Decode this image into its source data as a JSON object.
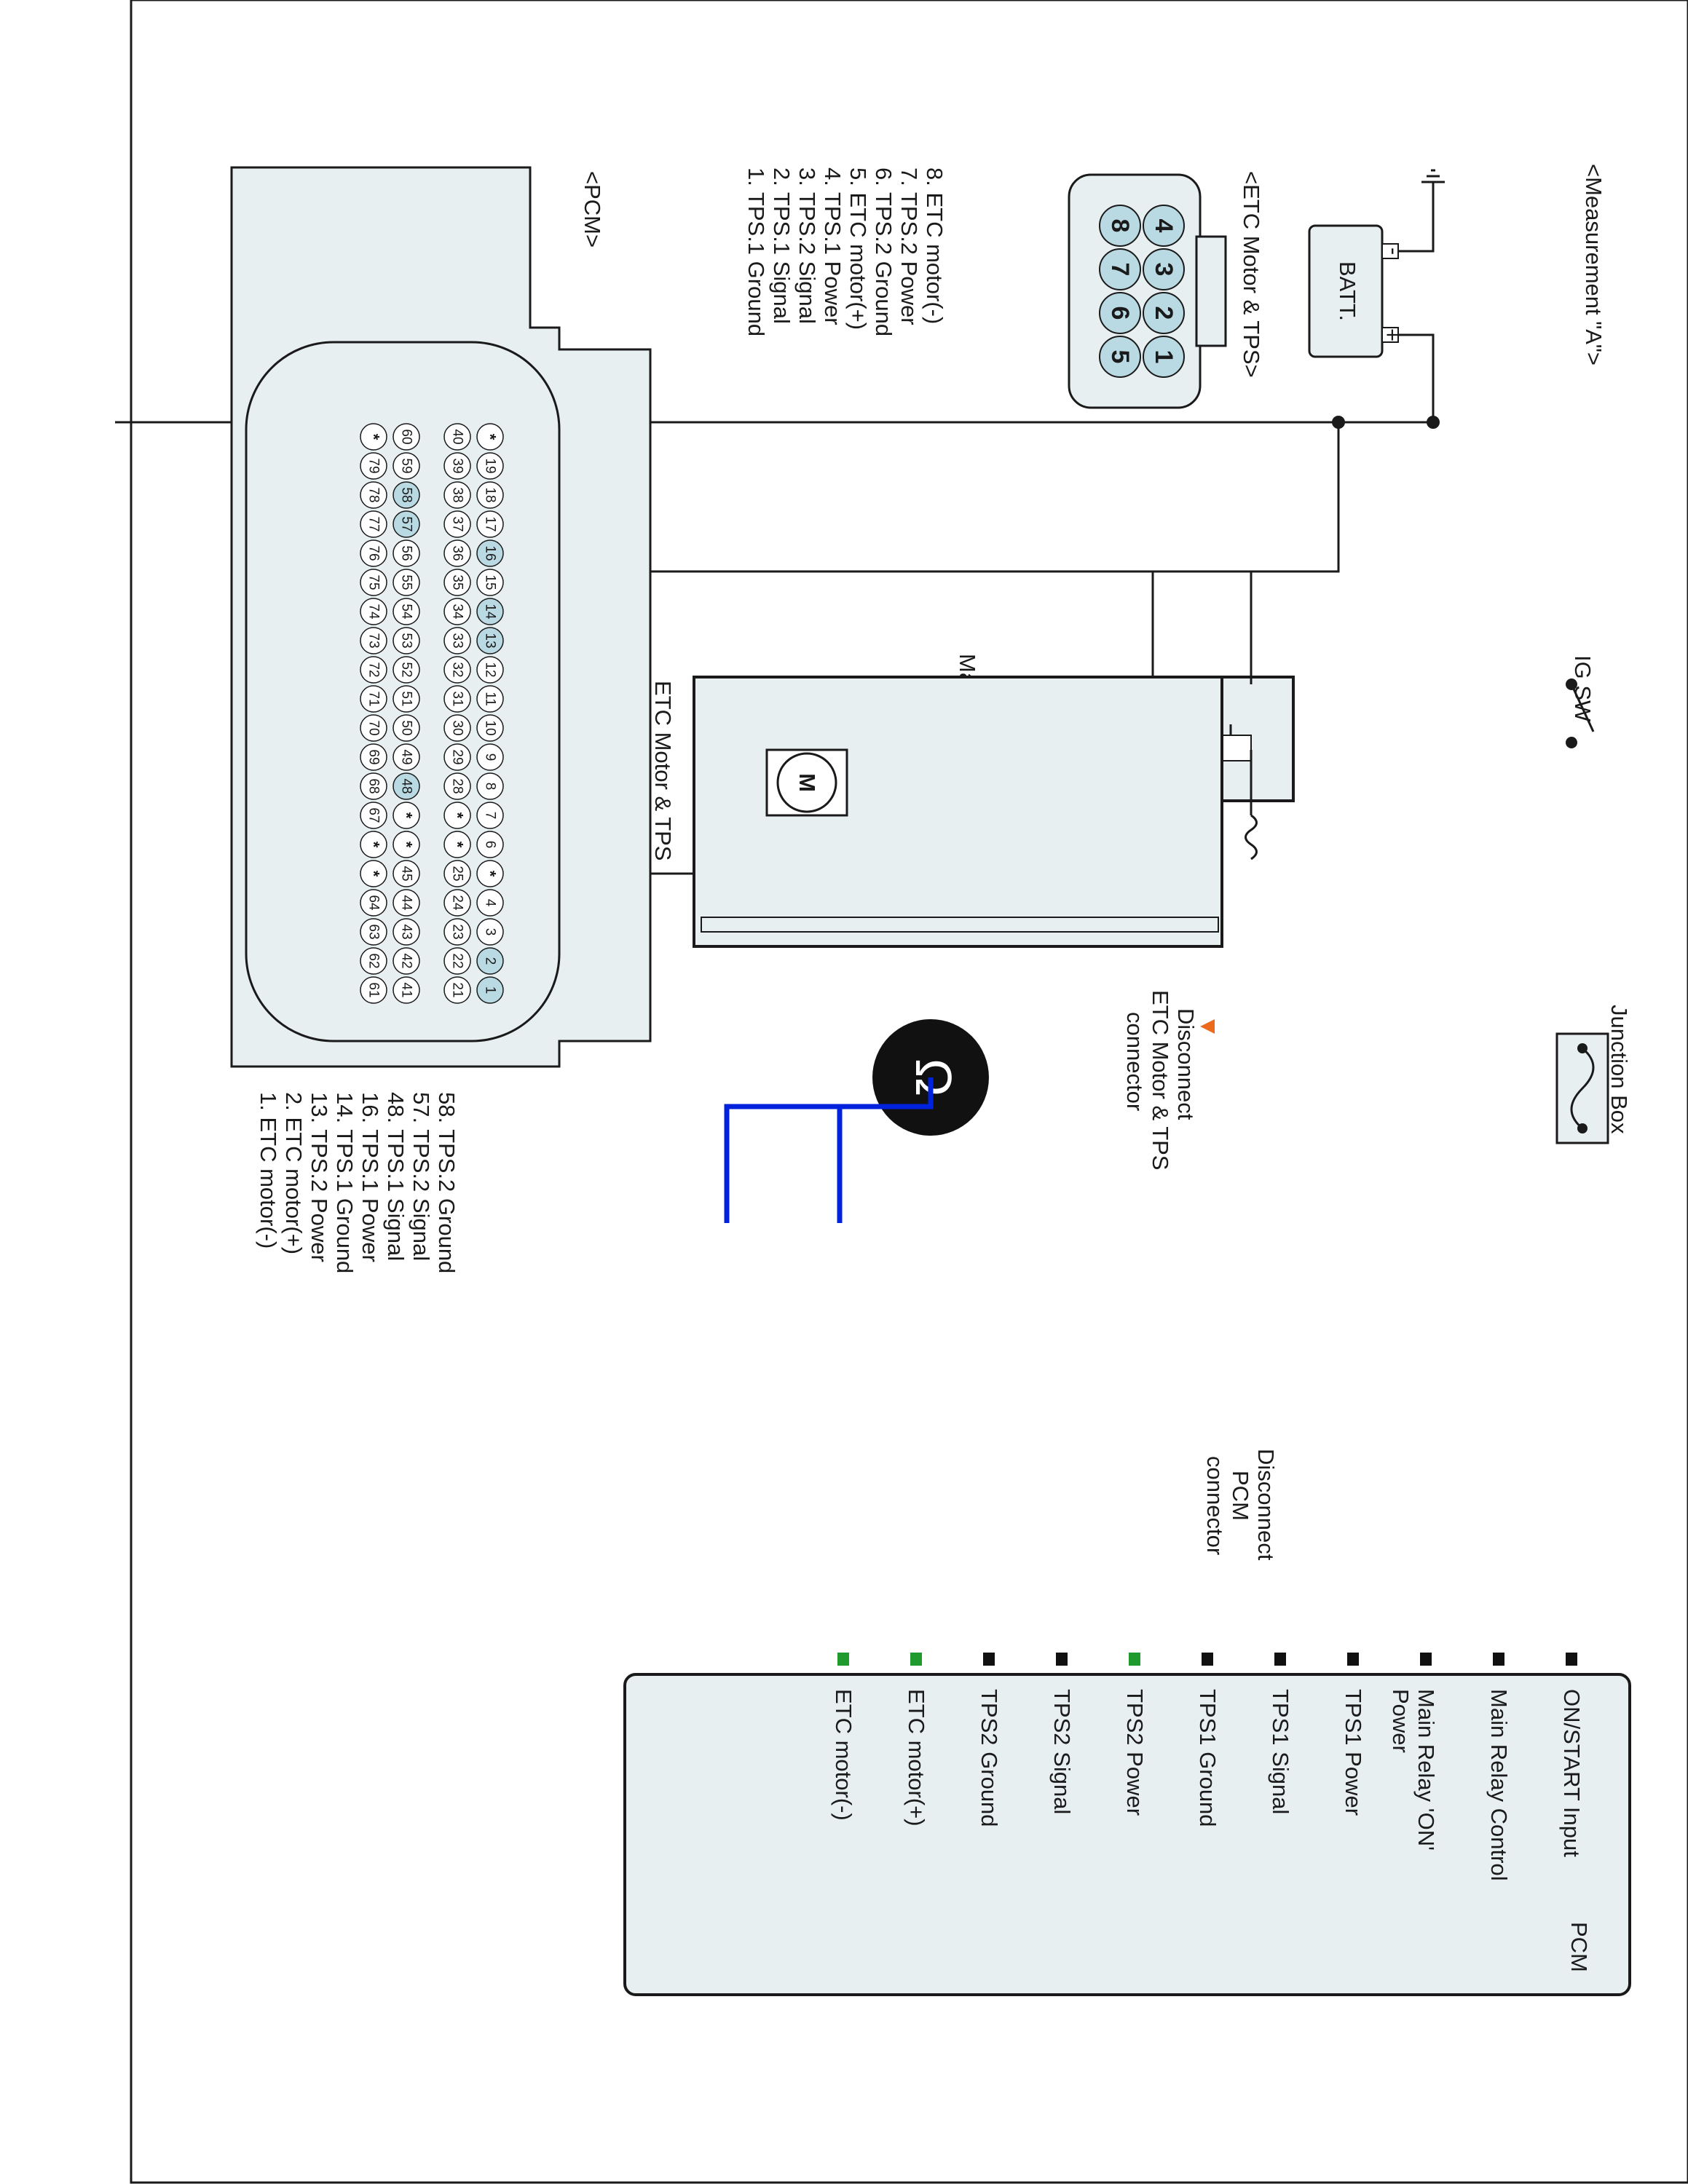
{
  "headings": {
    "measurement": "<Measurement \"A\">",
    "etc_connector": "<ETC Motor & TPS>",
    "pcm_connector": "<PCM>"
  },
  "components": {
    "battery": "BATT.",
    "battery_plus": "+",
    "battery_minus": "-",
    "ig_switch": "IG SW",
    "main_relay": "Main Relay",
    "junction_box": "Junction Box",
    "etc_block": "ETC Motor & TPS",
    "motor": "M",
    "pcm": "PCM",
    "ohmmeter": "Ω"
  },
  "disconnect": {
    "etc": [
      "Disconnect",
      "ETC Motor & TPS",
      "connector"
    ],
    "pcm": [
      "Disconnect",
      "PCM",
      "connector"
    ]
  },
  "etc_pin_list": [
    {
      "text": "1. TPS.1 Ground",
      "hl": false
    },
    {
      "text": "2. TPS.1 Signal",
      "hl": false
    },
    {
      "text": "3. TPS.2 Signal",
      "hl": false
    },
    {
      "text": "4. TPS.1 Power",
      "hl": false
    },
    {
      "text": "5. ETC motor(+)",
      "hl": true
    },
    {
      "text": "6. TPS.2 Ground",
      "hl": false
    },
    {
      "text": "7. TPS.2 Power",
      "hl": true
    },
    {
      "text": "8. ETC motor(-)",
      "hl": true
    }
  ],
  "pcm_pin_list": [
    {
      "text": "1. ETC motor(-)",
      "hl": true
    },
    {
      "text": "2. ETC motor(+)",
      "hl": true
    },
    {
      "text": "13. TPS.2 Power",
      "hl": true
    },
    {
      "text": "14. TPS.1 Ground",
      "hl": false
    },
    {
      "text": "16. TPS.1 Power",
      "hl": false
    },
    {
      "text": "48. TPS.1 Signal",
      "hl": false
    },
    {
      "text": "57. TPS.2 Signal",
      "hl": false
    },
    {
      "text": "58. TPS.2 Ground",
      "hl": false
    }
  ],
  "pcm_terminals": [
    {
      "text": "ON/START Input",
      "hl": false
    },
    {
      "text": "Main Relay Control",
      "hl": false
    },
    {
      "text": "Main Relay 'ON'",
      "text2": "Power",
      "hl": false
    },
    {
      "text": "TPS1 Power",
      "hl": false
    },
    {
      "text": "TPS1 Signal",
      "hl": false
    },
    {
      "text": "TPS1 Ground",
      "hl": false
    },
    {
      "text": "TPS2 Power",
      "hl": true
    },
    {
      "text": "TPS2 Signal",
      "hl": false
    },
    {
      "text": "TPS2 Ground",
      "hl": false
    },
    {
      "text": "ETC motor(+)",
      "hl": true
    },
    {
      "text": "ETC motor(-)",
      "hl": true
    }
  ],
  "etc_connector_pins": [
    "1",
    "2",
    "3",
    "4",
    "5",
    "6",
    "7",
    "8"
  ],
  "pcm_connector_pins": {
    "row_a": [
      "1",
      "2",
      "3",
      "4",
      "*",
      "6",
      "7",
      "8",
      "9",
      "10",
      "11",
      "12",
      "13",
      "14",
      "15",
      "16",
      "17",
      "18",
      "19",
      "*"
    ],
    "row_b": [
      "21",
      "22",
      "23",
      "24",
      "25",
      "*",
      "*",
      "28",
      "29",
      "30",
      "31",
      "32",
      "33",
      "34",
      "35",
      "36",
      "37",
      "38",
      "39",
      "40"
    ],
    "row_c": [
      "41",
      "42",
      "43",
      "44",
      "45",
      "*",
      "*",
      "48",
      "49",
      "50",
      "51",
      "52",
      "53",
      "54",
      "55",
      "56",
      "57",
      "58",
      "59",
      "60"
    ],
    "row_d": [
      "61",
      "62",
      "63",
      "64",
      "*",
      "*",
      "67",
      "68",
      "69",
      "70",
      "71",
      "72",
      "73",
      "74",
      "75",
      "76",
      "77",
      "78",
      "79",
      "*"
    ],
    "highlighted": [
      "1",
      "2",
      "13",
      "14",
      "16",
      "48",
      "57",
      "58"
    ]
  },
  "colors": {
    "highlight_text": "#2a8a2a",
    "pin_highlight": "#b9d9e3",
    "connector_fill": "#e7eff1",
    "probe_wire": "#0022dd",
    "arrow": "#ec6a1c",
    "terminal_green": "#1f9a2f"
  }
}
